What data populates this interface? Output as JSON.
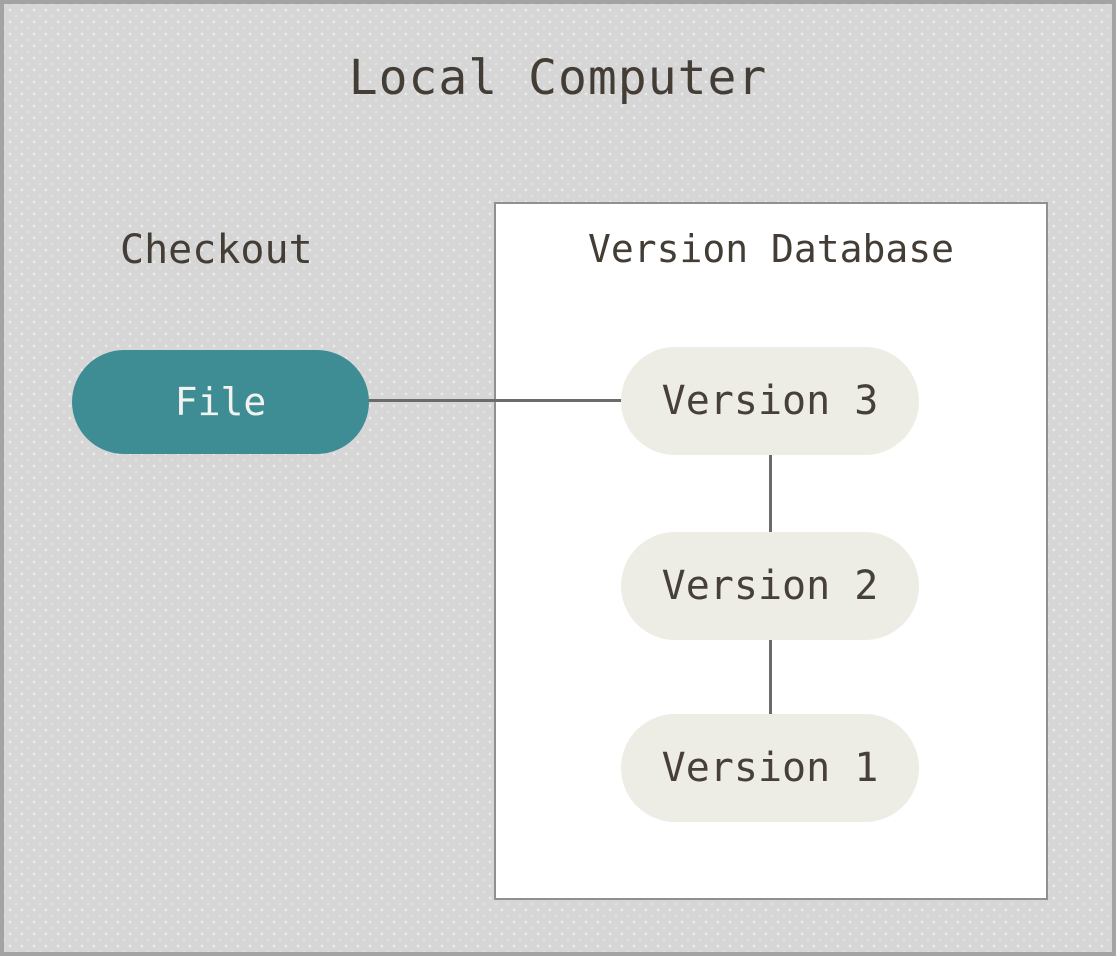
{
  "diagram": {
    "title": "Local Computer",
    "checkout_label": "Checkout",
    "file_node": {
      "label": "File"
    },
    "version_database": {
      "title": "Version Database",
      "versions": [
        {
          "label": "Version 3"
        },
        {
          "label": "Version 2"
        },
        {
          "label": "Version 1"
        }
      ]
    }
  },
  "colors": {
    "canvas_bg": "#d6d6d6",
    "canvas_border": "#a3a3a3",
    "title_text": "#443d36",
    "file_node_bg": "#3e8d95",
    "file_node_text": "#f2f3ee",
    "version_node_bg": "#edece5",
    "version_node_text": "#474039",
    "database_box_bg": "#ffffff",
    "database_box_border": "#909090",
    "connector_line": "#6b6b6b"
  }
}
